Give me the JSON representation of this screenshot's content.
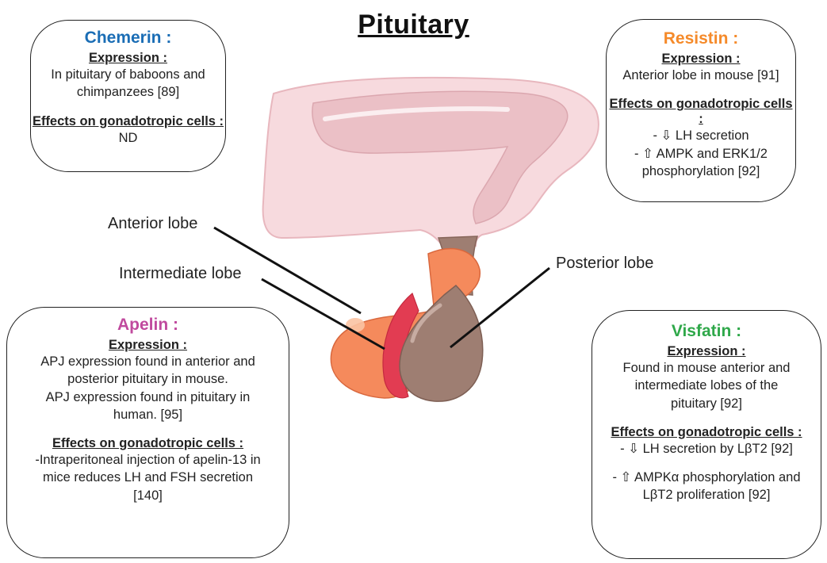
{
  "title": "Pituitary",
  "labels": {
    "anterior": "Anterior lobe",
    "intermediate": "Intermediate lobe",
    "posterior": "Posterior lobe"
  },
  "boxes": {
    "chemerin": {
      "name": "Chemerin :",
      "color": "#1a6db5",
      "expression_heading": "Expression :",
      "expression": [
        "In pituitary of baboons and",
        "chimpanzees [89]"
      ],
      "effects_heading": "Effects on gonadotropic cells :",
      "effects": [
        "ND"
      ]
    },
    "resistin": {
      "name": "Resistin :",
      "color": "#f58a2a",
      "expression_heading": "Expression :",
      "expression": [
        "Anterior lobe in mouse [91]"
      ],
      "effects_heading": "Effects on gonadotropic cells :",
      "effects": [
        "- ⇩ LH secretion",
        "- ⇧ AMPK and ERK1/2",
        "phosphorylation [92]"
      ]
    },
    "apelin": {
      "name": "Apelin :",
      "color": "#c04a9e",
      "expression_heading": "Expression :",
      "expression": [
        "APJ expression found in anterior and",
        "posterior pituitary in mouse.",
        "APJ expression found in  pituitary in",
        "human. [95]"
      ],
      "effects_heading": "Effects on gonadotropic cells :",
      "effects": [
        "-Intraperitoneal injection of apelin-13 in",
        "mice reduces LH and FSH secretion",
        "[140]"
      ]
    },
    "visfatin": {
      "name": "Visfatin :",
      "color": "#2fa84a",
      "expression_heading": "Expression :",
      "expression": [
        "Found in mouse anterior and",
        "intermediate lobes of the",
        "pituitary [92]"
      ],
      "effects_heading": "Effects on gonadotropic cells :",
      "effects": [
        "- ⇩ LH secretion by LβT2 [92]",
        "",
        "- ⇧ AMPKα phosphorylation and",
        "LβT2 proliferation [92]"
      ]
    }
  }
}
